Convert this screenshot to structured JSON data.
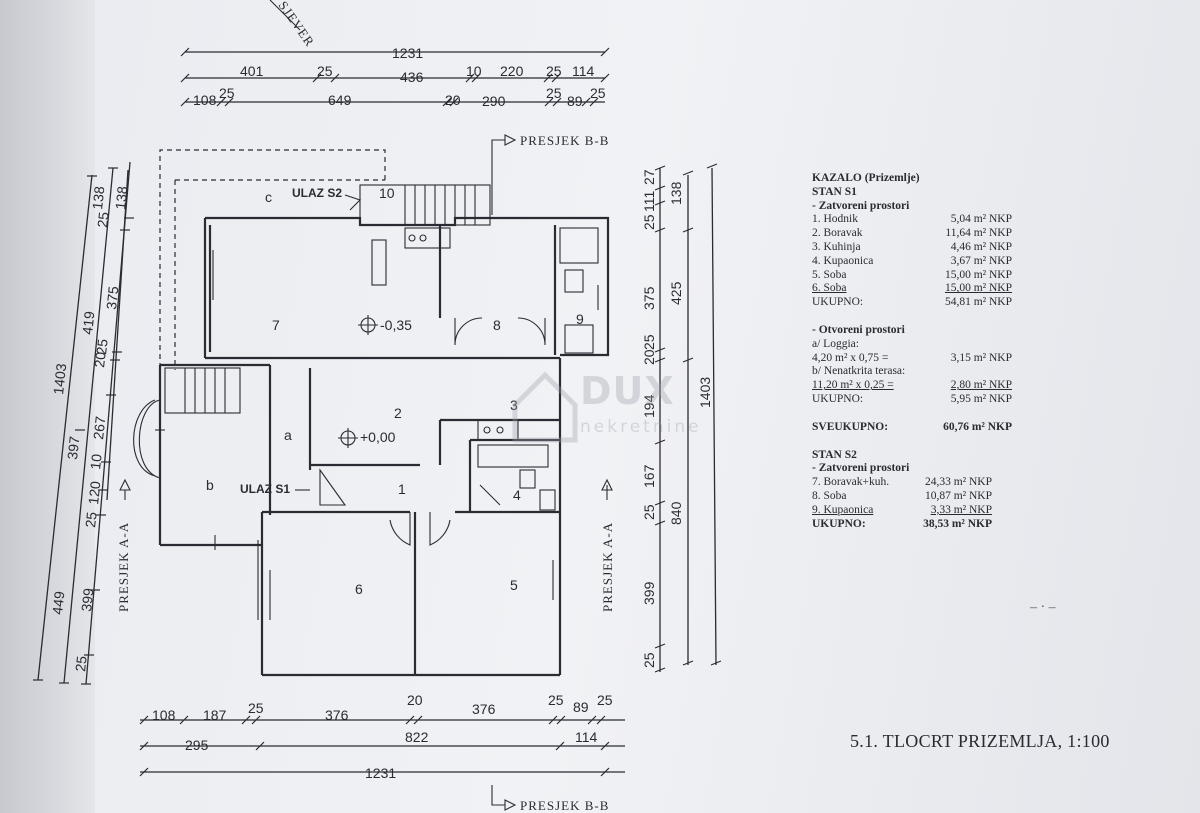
{
  "dimensions": {
    "top": {
      "row1": [
        "1231"
      ],
      "row2": [
        "401",
        "25",
        "436",
        "10",
        "220",
        "25",
        "114"
      ],
      "row3": [
        "108",
        "25",
        "649",
        "20",
        "290",
        "25",
        "89",
        "25"
      ]
    },
    "bottom": {
      "row1": [
        "108",
        "187",
        "25",
        "376",
        "20",
        "376",
        "25",
        "89",
        "25"
      ],
      "row2": [
        "295",
        "822",
        "114"
      ],
      "row3": [
        "1231"
      ]
    },
    "left": {
      "outer": [
        "1403"
      ],
      "mid": [
        "397",
        "449"
      ],
      "inner": [
        "138",
        "25",
        "419",
        "20",
        "25",
        "267",
        "10",
        "120",
        "25",
        "399",
        "25"
      ],
      "inner2": [
        "138",
        "375"
      ]
    },
    "right": {
      "inner": [
        "27",
        "25",
        "111",
        "375",
        "20",
        "25",
        "194",
        "167",
        "25",
        "399",
        "25"
      ],
      "mid": [
        "138",
        "425",
        "840"
      ],
      "outer": [
        "1403"
      ]
    }
  },
  "plan_labels": {
    "rooms": [
      "7",
      "8",
      "9",
      "2",
      "3",
      "1",
      "4",
      "6",
      "5",
      "10",
      "a",
      "b",
      "c"
    ],
    "level_upper": "-0,35",
    "level_lower": "+0,00",
    "entrance_s1": "ULAZ S1",
    "entrance_s2": "ULAZ S2",
    "section_bb": "PRESJEK B-B",
    "section_aa": "PRESJEK A-A",
    "north_text": "SJEVER"
  },
  "legend": {
    "title": "KAZALO (Prizemlje)",
    "stan_s1": "STAN S1",
    "closed_heading": "- Zatvoreni prostori",
    "s1_rooms": [
      {
        "name": "1. Hodnik",
        "area": "5,04 m² NKP"
      },
      {
        "name": "2. Boravak",
        "area": "11,64 m² NKP"
      },
      {
        "name": "3. Kuhinja",
        "area": "4,46 m² NKP"
      },
      {
        "name": "4. Kupaonica",
        "area": "3,67 m² NKP"
      },
      {
        "name": "5. Soba",
        "area": "15,00 m² NKP"
      },
      {
        "name": "6. Soba",
        "area": "15,00 m² NKP"
      }
    ],
    "s1_total_label": "UKUPNO:",
    "s1_total": "54,81 m² NKP",
    "open_heading": "- Otvoreni prostori",
    "loggia_label": "a/ Loggia:",
    "loggia_calc": "4,20 m² x 0,75 =",
    "loggia_value": "3,15 m² NKP",
    "terrace_label": "b/ Nenatkrita terasa:",
    "terrace_calc": "11,20 m² x 0,25 =",
    "terrace_value": "2,80 m² NKP",
    "open_total_label": "UKUPNO:",
    "open_total": "5,95 m² NKP",
    "grand_total_label": "SVEUKUPNO:",
    "grand_total": "60,76 m² NKP",
    "stan_s2": "STAN S2",
    "s2_closed_heading": "- Zatvoreni prostori",
    "s2_rooms": [
      {
        "name": "7. Boravak+kuh.",
        "area": "24,33 m² NKP"
      },
      {
        "name": "8. Soba",
        "area": "10,87 m² NKP"
      },
      {
        "name": "9. Kupaonica",
        "area": "3,33 m² NKP"
      }
    ],
    "s2_total_label": "UKUPNO:",
    "s2_total": "38,53 m² NKP"
  },
  "caption": "5.1. TLOCRT PRIZEMLJA, 1:100",
  "watermark": {
    "brand": "DUX",
    "sub": "nekretnine"
  }
}
